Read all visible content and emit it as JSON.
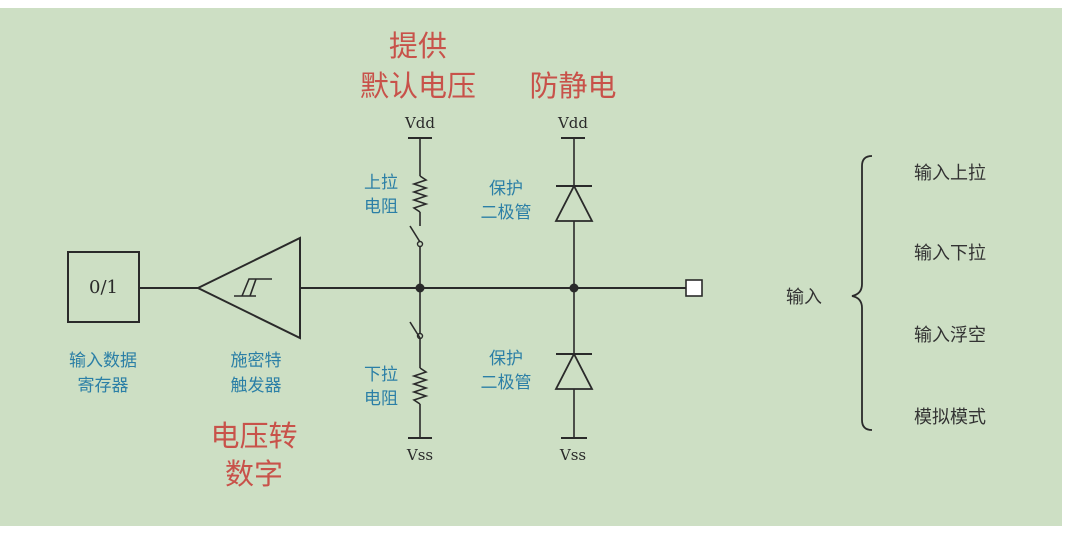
{
  "colors": {
    "background": "#cddfc4",
    "wire": "#2a2a2a",
    "component_label": "#2b7fa6",
    "annotation": "#c8524a"
  },
  "register": {
    "value": "0/1",
    "caption_line1": "输入数据",
    "caption_line2": "寄存器"
  },
  "schmitt": {
    "caption_line1": "施密特",
    "caption_line2": "触发器",
    "note_line1": "电压转",
    "note_line2": "数字"
  },
  "pull_column": {
    "note_line1": "提供",
    "note_line2": "默认电压",
    "supply_top": "Vdd",
    "supply_bottom": "Vss",
    "pullup_line1": "上拉",
    "pullup_line2": "电阻",
    "pulldown_line1": "下拉",
    "pulldown_line2": "电阻"
  },
  "protection_column": {
    "note": "防静电",
    "supply_top": "Vdd",
    "supply_bottom": "Vss",
    "diode_top_line1": "保护",
    "diode_top_line2": "二极管",
    "diode_bottom_line1": "保护",
    "diode_bottom_line2": "二极管"
  },
  "modes": {
    "group_label": "输入",
    "items": [
      "输入上拉",
      "输入下拉",
      "输入浮空",
      "模拟模式"
    ]
  }
}
